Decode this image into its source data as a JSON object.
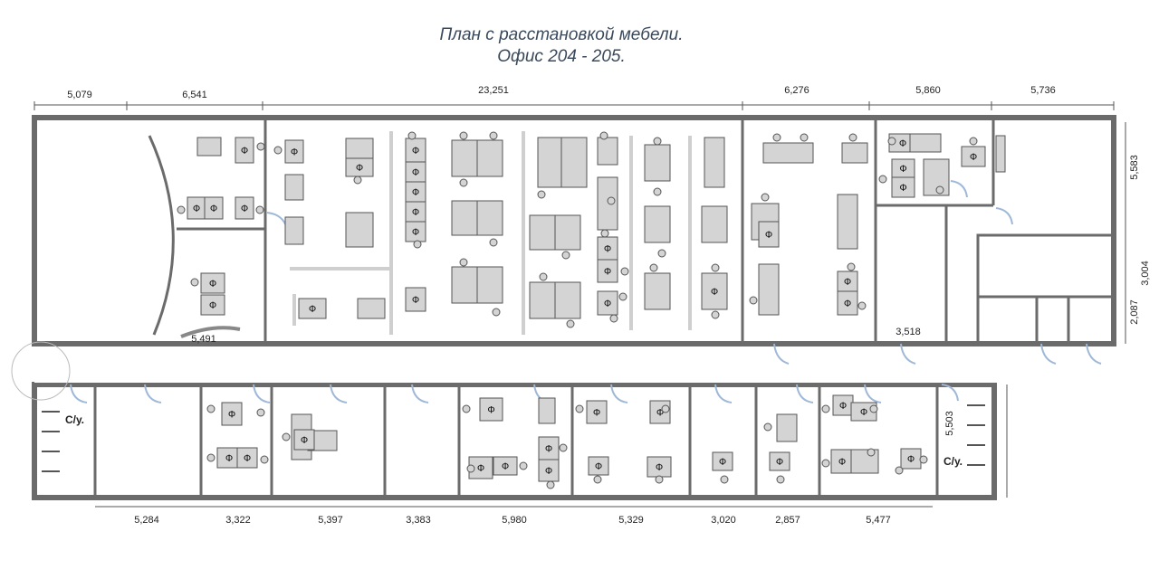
{
  "title": {
    "line1": "План с расстановкой мебели.",
    "line2": "Офис 204 - 205."
  },
  "dimensions": {
    "top": [
      "5,079",
      "6,541",
      "23,251",
      "6,276",
      "5,860",
      "5,736"
    ],
    "right": [
      "5,583",
      "3,004",
      "2,087"
    ],
    "right_lower": "5,503",
    "bottom": [
      "5,284",
      "3,322",
      "5,397",
      "3,383",
      "5,980",
      "5,329",
      "3,020",
      "2,857",
      "5,477"
    ],
    "interior": [
      "5,491",
      "3,518"
    ]
  },
  "labels": {
    "wc": "С/у.",
    "safe": "Ф"
  },
  "colors": {
    "wall": "#6b6b6b",
    "furniture": "#d4d4d4",
    "furniture_stroke": "#555555",
    "title": "#3a4a5c",
    "door_arc": "#9fb8d8",
    "partition": "#cfcfcf"
  }
}
